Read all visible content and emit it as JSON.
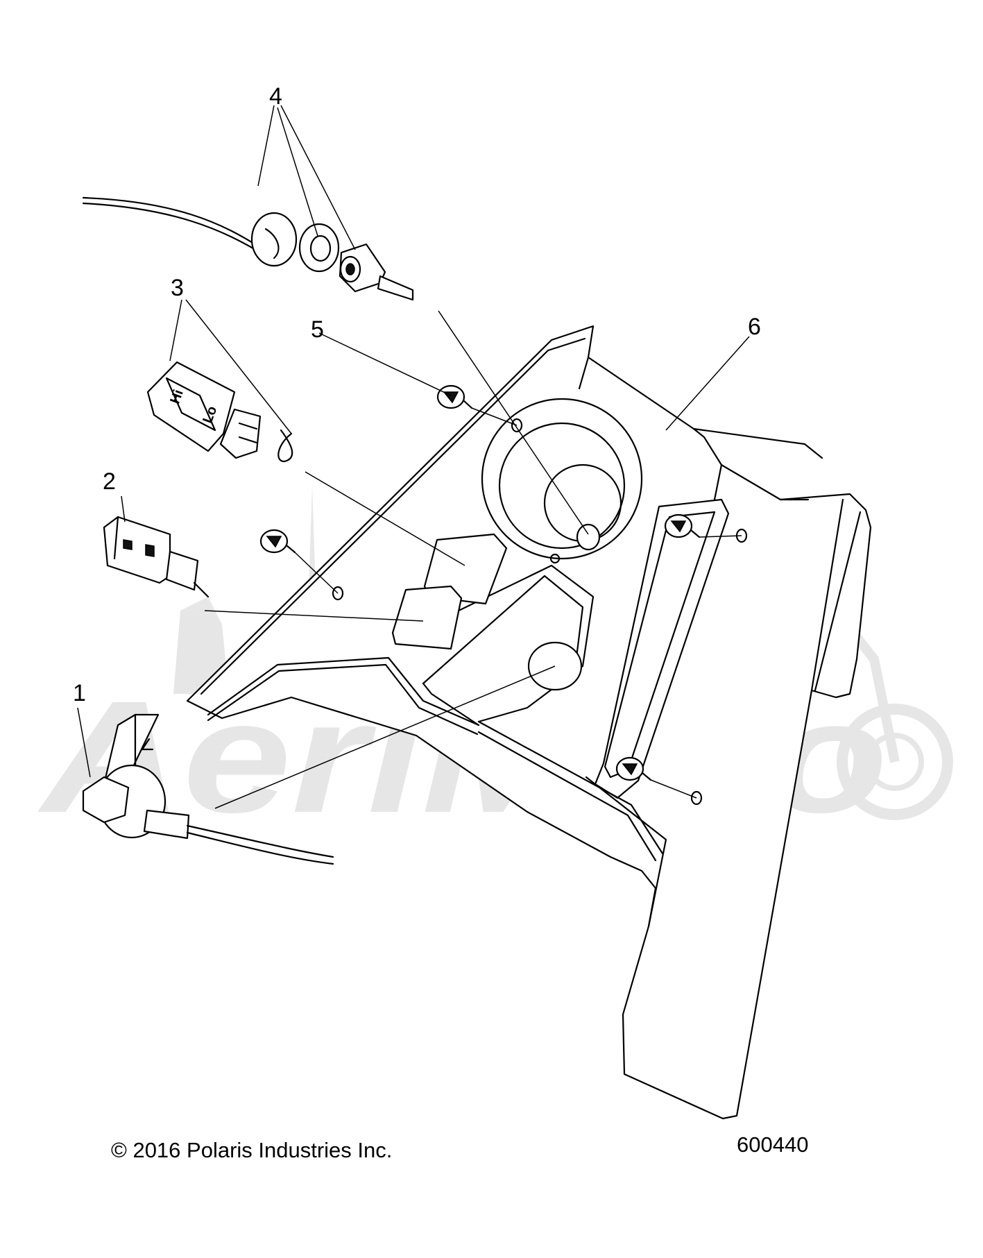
{
  "callouts": [
    {
      "label": "1"
    },
    {
      "label": "2"
    },
    {
      "label": "3"
    },
    {
      "label": "4"
    },
    {
      "label": "5"
    },
    {
      "label": "6"
    }
  ],
  "switch_text": {
    "hi": "Hi",
    "lo": "Lo"
  },
  "watermark": {
    "text": "AeriMoto"
  },
  "footer": {
    "copyright": "© 2016 Polaris Industries Inc.",
    "figure_number": "600440"
  }
}
